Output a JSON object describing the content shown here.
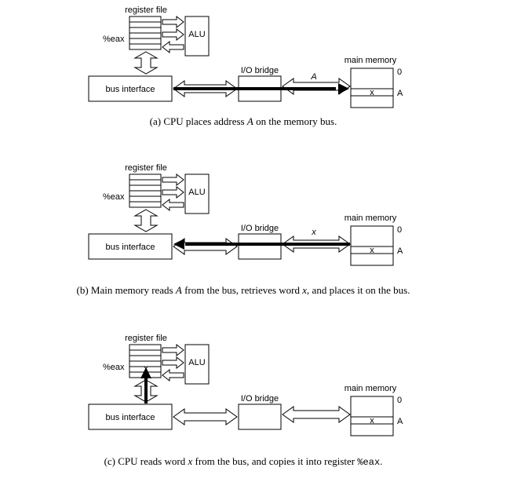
{
  "labels": {
    "register_file": "register file",
    "eax": "%eax",
    "alu": "ALU",
    "bus_interface": "bus interface",
    "io_bridge": "I/O bridge",
    "main_memory": "main memory",
    "addr_zero": "0",
    "addr_a": "A",
    "word_x": "x"
  },
  "panels": [
    {
      "id": "a",
      "bus_label": "A",
      "caption": [
        {
          "text": "(a) CPU places address "
        },
        {
          "text": "A",
          "style": "italic"
        },
        {
          "text": " on the memory bus."
        }
      ]
    },
    {
      "id": "b",
      "bus_label": "x",
      "caption": [
        {
          "text": "(b) Main memory reads "
        },
        {
          "text": "A",
          "style": "italic"
        },
        {
          "text": " from the bus, retrieves word "
        },
        {
          "text": "x",
          "style": "italic"
        },
        {
          "text": ", and places it on the bus."
        }
      ]
    },
    {
      "id": "c",
      "bus_label": "",
      "caption": [
        {
          "text": "(c) CPU reads word "
        },
        {
          "text": "x",
          "style": "italic"
        },
        {
          "text": " from the bus, and copies it into register "
        },
        {
          "text": "%eax",
          "style": "mono"
        },
        {
          "text": "."
        }
      ]
    }
  ]
}
